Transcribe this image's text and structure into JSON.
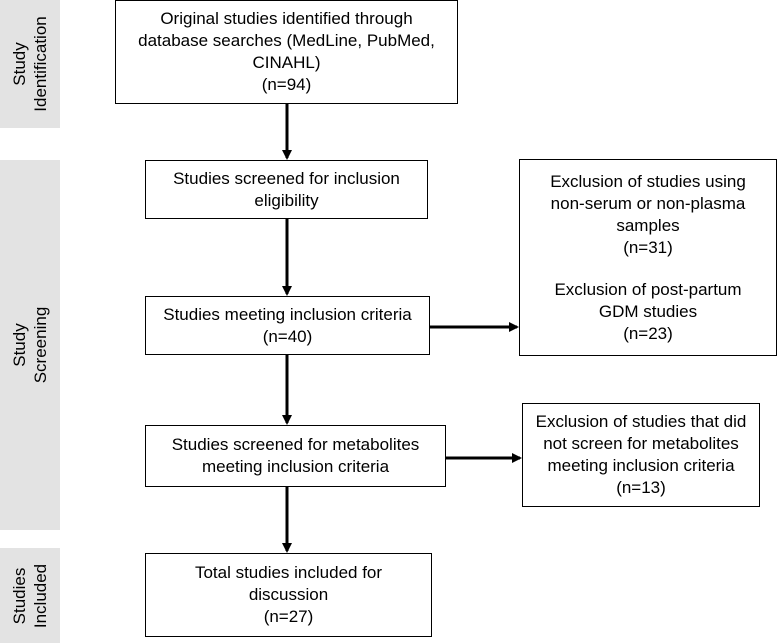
{
  "side_labels": {
    "identification": [
      "Study",
      "Identification"
    ],
    "screening": [
      "Study",
      "Screening"
    ],
    "included": [
      "Studies",
      "Included"
    ]
  },
  "boxes": {
    "identified": [
      "Original studies identified through",
      "database searches (MedLine, PubMed,",
      "CINAHL)",
      "(n=94)"
    ],
    "screened": [
      "Studies screened for inclusion",
      "eligibility"
    ],
    "meeting": [
      "Studies meeting inclusion criteria",
      "(n=40)"
    ],
    "metabolites": [
      "Studies screened for metabolites",
      "meeting inclusion criteria"
    ],
    "total": [
      "Total studies included for",
      "discussion",
      "(n=27)"
    ],
    "excl_samples": [
      "Exclusion of studies using",
      "non-serum or  non-plasma",
      "samples",
      "(n=31)"
    ],
    "excl_postpartum": [
      "Exclusion of post-partum",
      "GDM studies",
      "(n=23)"
    ],
    "excl_metabolites": [
      "Exclusion of studies that did",
      "not screen for metabolites",
      "meeting inclusion criteria",
      "(n=13)"
    ]
  }
}
